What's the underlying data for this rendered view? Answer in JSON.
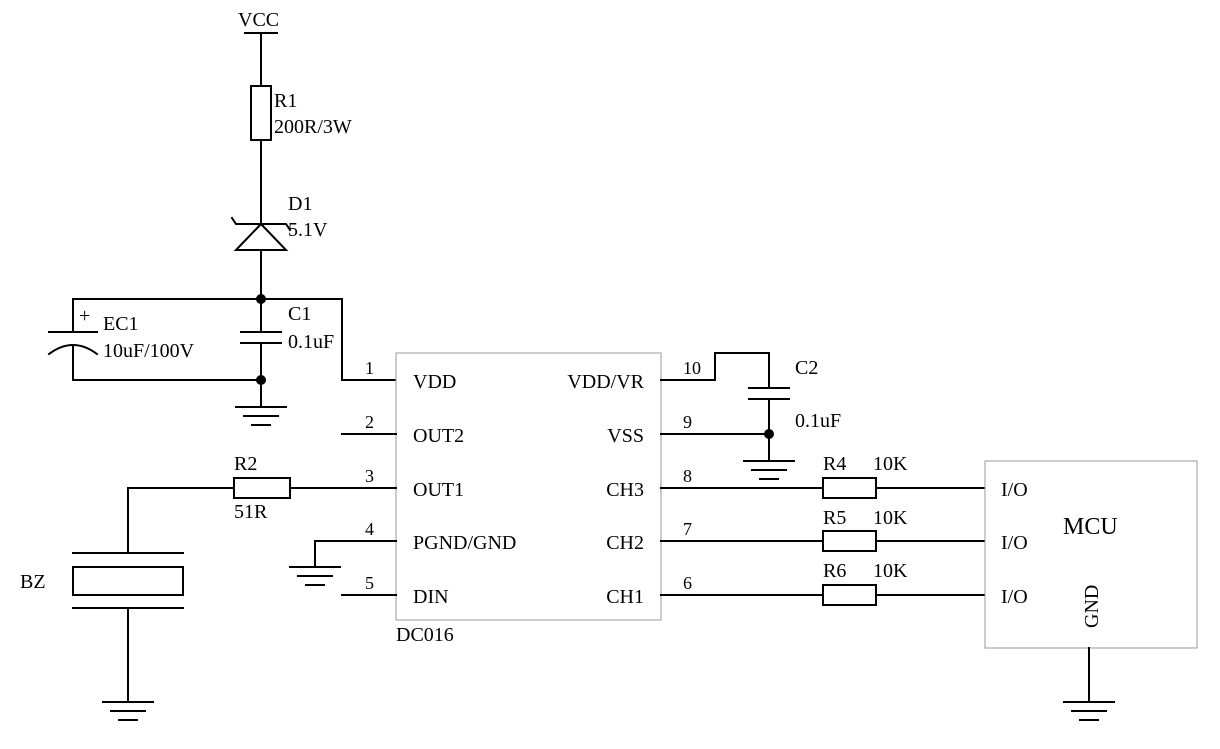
{
  "power": {
    "vcc": "VCC"
  },
  "components": {
    "r1": {
      "ref": "R1",
      "value": "200R/3W"
    },
    "d1": {
      "ref": "D1",
      "value": "5.1V"
    },
    "ec1": {
      "ref": "EC1",
      "value": "10uF/100V",
      "polarity": "+"
    },
    "c1": {
      "ref": "C1",
      "value": "0.1uF"
    },
    "c2": {
      "ref": "C2",
      "value": "0.1uF"
    },
    "r2": {
      "ref": "R2",
      "value": "51R"
    },
    "bz": {
      "ref": "BZ"
    },
    "r4": {
      "ref": "R4",
      "value": "10K"
    },
    "r5": {
      "ref": "R5",
      "value": "10K"
    },
    "r6": {
      "ref": "R6",
      "value": "10K"
    }
  },
  "ic": {
    "name": "DC016",
    "left_pins": [
      {
        "num": "1",
        "name": "VDD"
      },
      {
        "num": "2",
        "name": "OUT2"
      },
      {
        "num": "3",
        "name": "OUT1"
      },
      {
        "num": "4",
        "name": "PGND/GND"
      },
      {
        "num": "5",
        "name": "DIN"
      }
    ],
    "right_pins": [
      {
        "num": "10",
        "name": "VDD/VR"
      },
      {
        "num": "9",
        "name": "VSS"
      },
      {
        "num": "8",
        "name": "CH3"
      },
      {
        "num": "7",
        "name": "CH2"
      },
      {
        "num": "6",
        "name": "CH1"
      }
    ]
  },
  "mcu": {
    "name": "MCU",
    "pins": [
      "I/O",
      "I/O",
      "I/O"
    ],
    "gnd": "GND"
  }
}
